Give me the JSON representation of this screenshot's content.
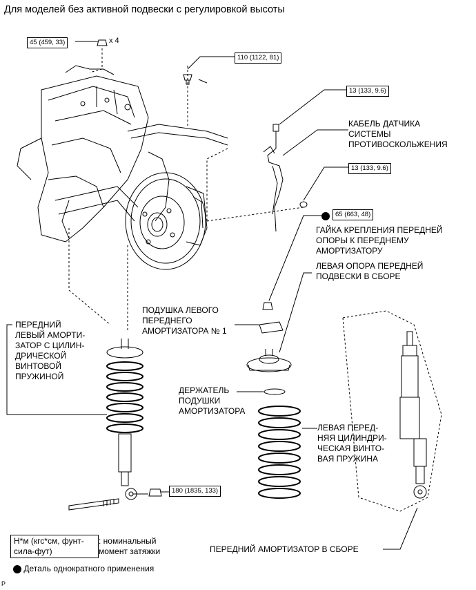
{
  "title": "Для моделей без активной подвески с регулировкой высоты",
  "torques": {
    "t45": "45 (459, 33)",
    "t110": "110 (1122, 81)",
    "t13a": "13 (133, 9.6)",
    "t13b": "13 (133, 9.6)",
    "t65": "65 (663, 48)",
    "t180": "180 (1835, 133)"
  },
  "qty": "x 4",
  "labels": {
    "abs_cable": [
      "КАБЕЛЬ ДАТЧИКА",
      "СИСТЕМЫ",
      "ПРОТИВОСКОЛЬЖЕНИЯ"
    ],
    "nut": [
      "ГАЙКА КРЕПЛЕНИЯ ПЕРЕДНЕЙ",
      "ОПОРЫ К ПЕРЕДНЕМУ",
      "АМОРТИЗАТОРУ"
    ],
    "support": [
      "ЛЕВАЯ ОПОРА ПЕРЕДНЕЙ",
      "ПОДВЕСКИ В СБОРЕ"
    ],
    "cushion": [
      "ПОДУШКА ЛЕВОГО",
      "ПЕРЕДНЕГО",
      "АМОРТИЗАТОРА № 1"
    ],
    "strut_assy": [
      "ПЕРЕДНИЙ",
      "ЛЕВЫЙ АМОРТИ-",
      "ЗАТОР С ЦИЛИН-",
      "ДРИЧЕСКОЙ",
      "ВИНТОВОЙ",
      "ПРУЖИНОЙ"
    ],
    "retainer": [
      "ДЕРЖАТЕЛЬ",
      "ПОДУШКИ",
      "АМОРТИЗАТОРА"
    ],
    "spring": [
      "ЛЕВАЯ ПЕРЕД-",
      "НЯЯ ЦИЛИНДРИ-",
      "ЧЕСКАЯ ВИНТО-",
      "ВАЯ ПРУЖИНА"
    ],
    "absorber": "ПЕРЕДНИЙ АМОРТИЗАТОР В СБОРЕ"
  },
  "legend": {
    "unit": [
      "Н*м (кгс*см, фунт-",
      "сила-фут)"
    ],
    "unit_desc": [
      ": номинальный",
      "момент затяжки"
    ],
    "single_use": "Деталь однократного применения"
  },
  "footer_code": "P"
}
